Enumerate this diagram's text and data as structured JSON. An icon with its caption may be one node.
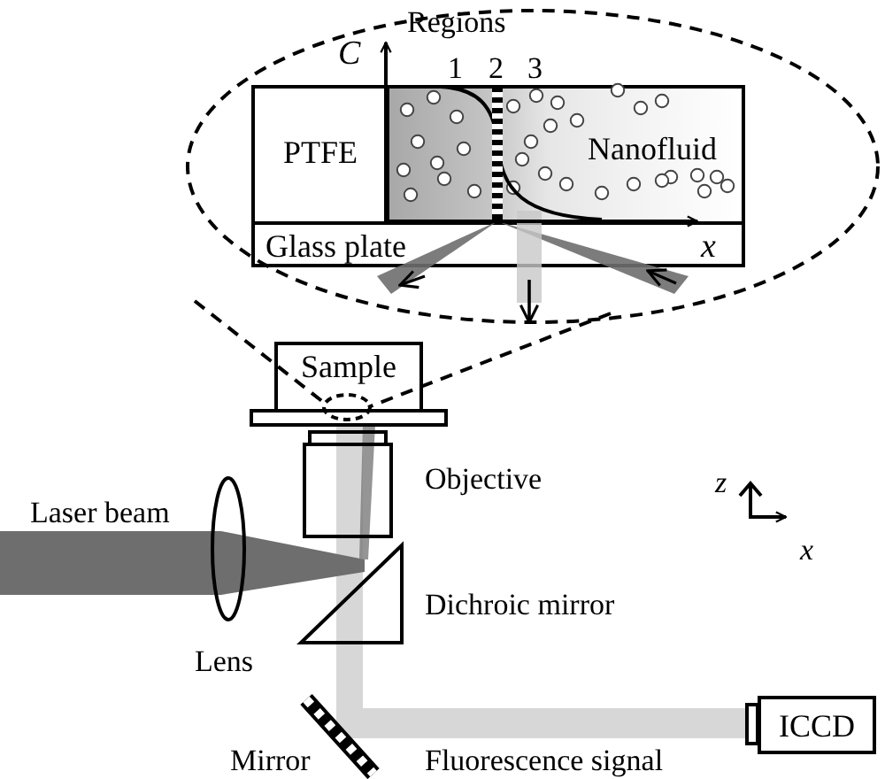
{
  "diagram": {
    "nodes": [
      {
        "text": [
          "PTFE"
        ]
      },
      {
        "text": [
          "Nanofluid"
        ]
      },
      {
        "text": [
          "Glass plate"
        ]
      },
      {
        "text": [
          "Sample"
        ]
      },
      {
        "text": [
          "ICCD"
        ]
      }
    ],
    "labels": [
      "Regions",
      "C",
      "1",
      "2",
      "3",
      "x",
      "Objective",
      "z",
      "x",
      "Laser beam",
      "Dichroic mirror",
      "Lens",
      "Mirror",
      "Fluorescence signal"
    ]
  }
}
